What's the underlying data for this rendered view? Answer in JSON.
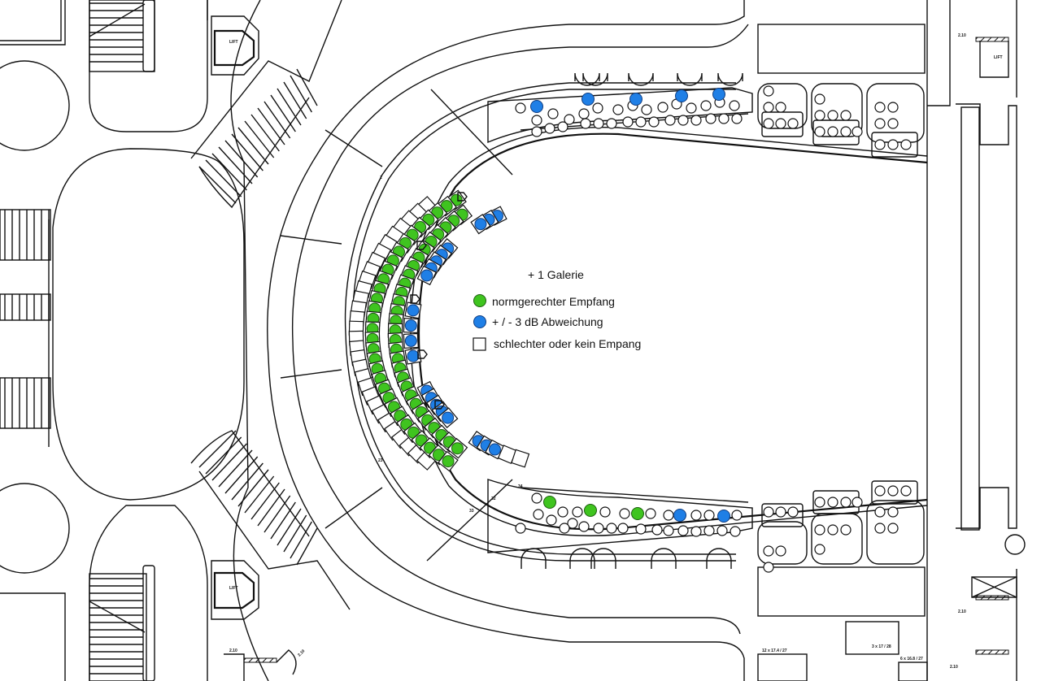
{
  "title": "+ 1 Galerie",
  "colors": {
    "green": "#3fc41f",
    "blue": "#1f7fe6",
    "line": "#111111",
    "background": "#ffffff"
  },
  "legend": [
    {
      "symbol": "green-circle",
      "color": "#3fc41f",
      "label": "normgerechter Empfang"
    },
    {
      "symbol": "blue-circle",
      "color": "#1f7fe6",
      "label": "+ / -  3 dB Abweichung"
    },
    {
      "symbol": "empty-square",
      "color": "#ffffff",
      "label": "schlechter oder kein Empang"
    }
  ],
  "room_labels": {
    "lift_top_left": "LIFT",
    "lift_bottom_left": "LIFT",
    "lift_top_right": "LIFT"
  },
  "dimension_labels": {
    "door_width": "2.10",
    "stair_a": "12 x 17.4 / 27",
    "stair_b": "3 x 17 / 28",
    "stair_c": "6 x 16.8 / 27"
  },
  "row_numbers": {
    "row1_start": "1",
    "row_end_a": "23",
    "row_end_b": "33",
    "row_end_c": "32",
    "row_end_d": "34"
  },
  "box_seat_numbers": {
    "first": "1",
    "sixth": "6",
    "seventh": "7"
  },
  "seating": {
    "gallery_row_outer": {
      "status": "green",
      "count": 31
    },
    "gallery_row_middle": {
      "status": "green",
      "count": 29
    },
    "gallery_row_inner_segments": [
      {
        "status": "blue",
        "count": 3
      },
      {
        "status": "blue",
        "count": 5
      },
      {
        "status": "blue",
        "count": 4
      },
      {
        "status": "blue",
        "count": 5
      },
      {
        "status": "blue",
        "count": 3
      }
    ],
    "boxes_top_blue_seats": 5,
    "boxes_bottom": [
      {
        "status": "green"
      },
      {
        "status": "green"
      },
      {
        "status": "green"
      },
      {
        "status": "blue"
      },
      {
        "status": "blue"
      }
    ]
  }
}
